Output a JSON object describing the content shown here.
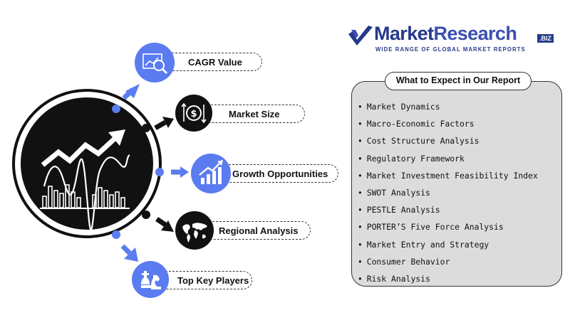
{
  "brand": {
    "name_part1": "Market",
    "name_part2": "Research",
    "suffix": ".BIZ",
    "tagline": "WIDE RANGE OF GLOBAL MARKET REPORTS",
    "color_primary": "#26398c",
    "color_secondary": "#3a4fb0"
  },
  "diagram": {
    "accent_color": "#5a7cf0",
    "dark_color": "#111111",
    "nodes": [
      {
        "label": "CAGR Value",
        "icon": "chart-magnifier-icon"
      },
      {
        "label": "Market Size",
        "icon": "dollar-cycle-icon"
      },
      {
        "label": "Growth Opportunities",
        "icon": "growth-bar-chart-icon"
      },
      {
        "label": "Regional Analysis",
        "icon": "world-map-icon"
      },
      {
        "label": "Top Key Players",
        "icon": "chess-pieces-icon"
      }
    ]
  },
  "report": {
    "title": "What to Expect in Our Report",
    "bullet": "•",
    "items": [
      "Market Dynamics",
      "Macro-Economic Factors",
      "Cost Structure Analysis",
      "Regulatory Framework",
      "Market Investment Feasibility Index",
      "SWOT Analysis",
      "PESTLE Analysis",
      "PORTER’S Five Force Analysis",
      "Market Entry and Strategy",
      "Consumer Behavior",
      "Risk Analysis"
    ]
  }
}
